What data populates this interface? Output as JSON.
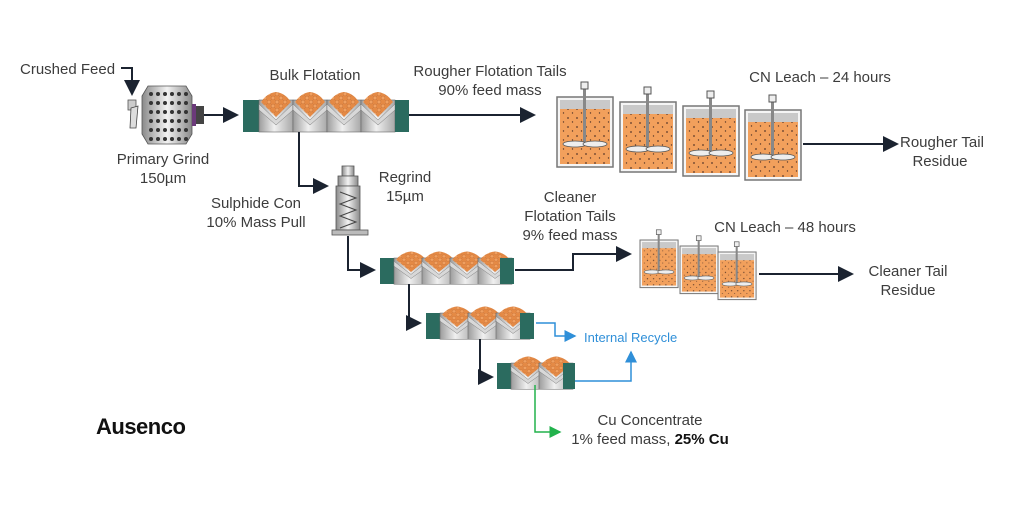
{
  "labels": {
    "crushed_feed": "Crushed Feed",
    "primary_grind": "Primary Grind",
    "primary_grind_size": "150µm",
    "bulk_flotation": "Bulk Flotation",
    "rougher_tails": "Rougher Flotation Tails",
    "rougher_tails_mass": "90% feed mass",
    "cn_leach_24": "CN Leach – 24 hours",
    "rougher_tail_residue_1": "Rougher Tail",
    "rougher_tail_residue_2": "Residue",
    "sulphide_con": "Sulphide Con",
    "sulphide_pull": "10% Mass Pull",
    "regrind": "Regrind",
    "regrind_size": "15µm",
    "cleaner_tails_1": "Cleaner",
    "cleaner_tails_2": "Flotation Tails",
    "cleaner_tails_mass": "9% feed mass",
    "cn_leach_48": "CN Leach – 48 hours",
    "cleaner_tail_residue_1": "Cleaner Tail",
    "cleaner_tail_residue_2": "Residue",
    "internal_recycle": "Internal Recycle",
    "cu_concentrate": "Cu Concentrate",
    "cu_mass": "1% feed mass, ",
    "cu_grade": "25% Cu"
  },
  "logo": {
    "text": "Ausenco"
  },
  "colors": {
    "flow_line": "#1b2330",
    "recycle": "#2f8fd8",
    "concentrate": "#22b24c",
    "cell_end": "#2b6b5f",
    "slurry": "#f2a05c",
    "froth": "#e8863f"
  }
}
